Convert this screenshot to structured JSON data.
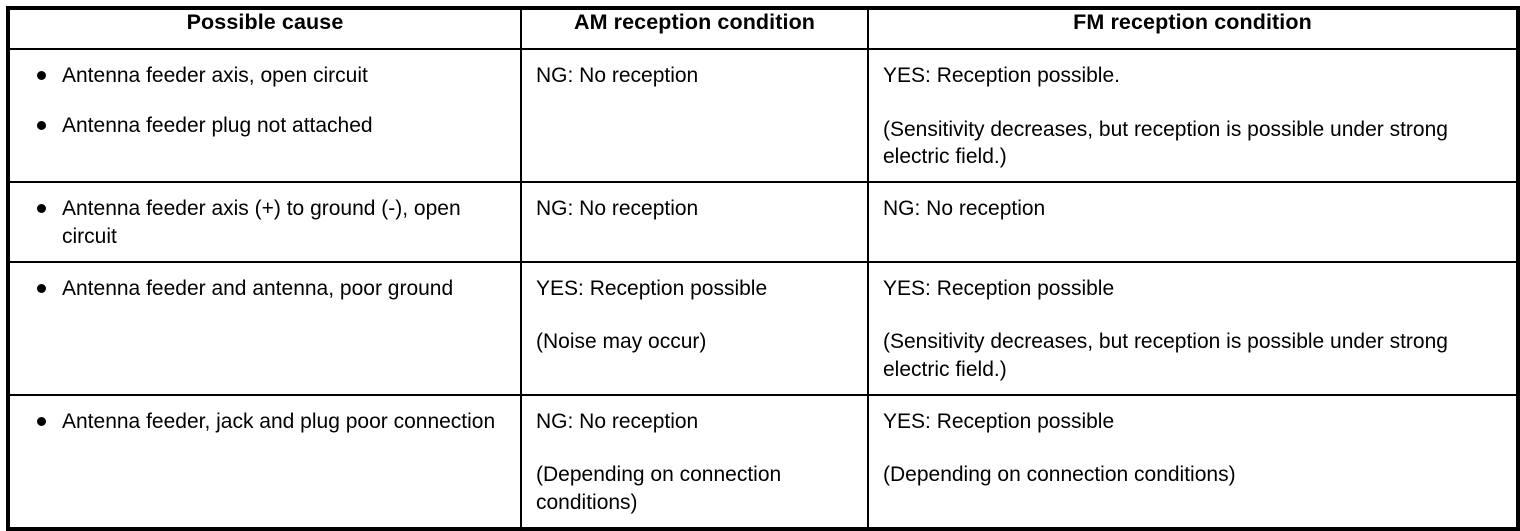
{
  "table": {
    "columns": [
      {
        "key": "cause",
        "label": "Possible cause"
      },
      {
        "key": "am",
        "label": "AM reception condition"
      },
      {
        "key": "fm",
        "label": "FM reception condition"
      }
    ],
    "rows": [
      {
        "causes": [
          "Antenna feeder axis, open circuit",
          "Antenna feeder plug not attached"
        ],
        "am": {
          "result": "NG: No reception",
          "note": ""
        },
        "fm": {
          "result": "YES: Reception possible.",
          "note": "(Sensitivity decreases, but reception is possible under strong electric field.)"
        }
      },
      {
        "causes": [
          "Antenna feeder axis (+) to ground (-), open circuit"
        ],
        "am": {
          "result": "NG: No reception",
          "note": ""
        },
        "fm": {
          "result": "NG: No reception",
          "note": ""
        }
      },
      {
        "causes": [
          "Antenna feeder and antenna, poor ground"
        ],
        "am": {
          "result": "YES: Reception possible",
          "note": "(Noise may occur)"
        },
        "fm": {
          "result": "YES: Reception possible",
          "note": "(Sensitivity decreases, but reception is possible under strong electric field.)"
        }
      },
      {
        "causes": [
          "Antenna feeder, jack and plug poor connection"
        ],
        "am": {
          "result": "NG: No reception",
          "note": "(Depending on connection conditions)"
        },
        "fm": {
          "result": "YES: Reception possible",
          "note": "(Depending on connection conditions)"
        }
      }
    ]
  },
  "style": {
    "border_color": "#000000",
    "text_color": "#000000",
    "background_color": "#ffffff"
  }
}
